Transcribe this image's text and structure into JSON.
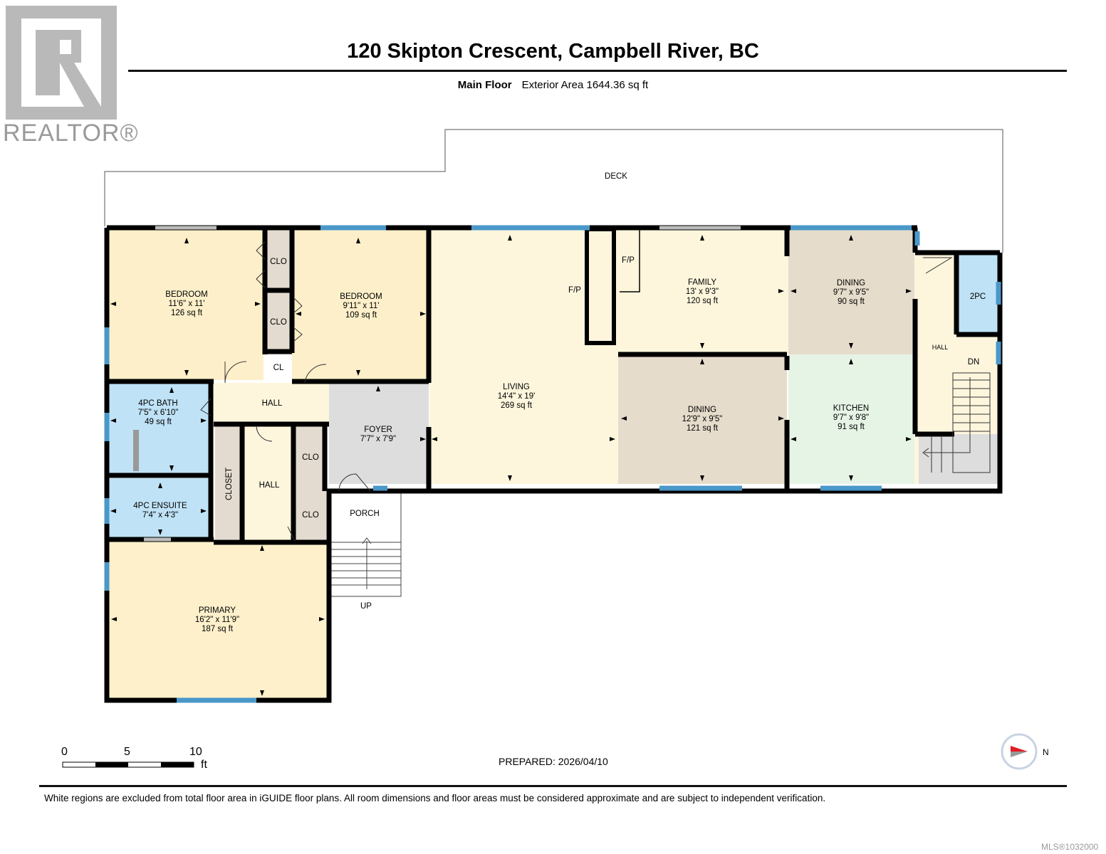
{
  "logo": {
    "text": "REALTOR®"
  },
  "title": "120 Skipton Crescent, Campbell River, BC",
  "subtitle": {
    "floor": "Main Floor",
    "area": "Exterior Area 1644.36 sq ft"
  },
  "outdoor": {
    "deck": "DECK",
    "porch": "PORCH",
    "up": "UP"
  },
  "rooms": {
    "bedroom1": {
      "name": "BEDROOM",
      "dims": "11'6\" x 11'",
      "area": "126 sq ft"
    },
    "bedroom2": {
      "name": "BEDROOM",
      "dims": "9'11\" x 11'",
      "area": "109 sq ft"
    },
    "living": {
      "name": "LIVING",
      "dims": "14'4\" x 19'",
      "area": "269 sq ft"
    },
    "family": {
      "name": "FAMILY",
      "dims": "13' x 9'3\"",
      "area": "120 sq ft"
    },
    "dining1": {
      "name": "DINING",
      "dims": "9'7\" x 9'5\"",
      "area": "90 sq ft"
    },
    "dining2": {
      "name": "DINING",
      "dims": "12'9\" x 9'5\"",
      "area": "121 sq ft"
    },
    "kitchen": {
      "name": "KITCHEN",
      "dims": "9'7\" x 9'8\"",
      "area": "91 sq ft"
    },
    "bath4pc": {
      "name": "4PC BATH",
      "dims": "7'5\" x 6'10\"",
      "area": "49 sq ft"
    },
    "ensuite": {
      "name": "4PC ENSUITE",
      "dims": "7'4\" x 4'3\""
    },
    "foyer": {
      "name": "FOYER",
      "dims": "7'7\" x 7'9\""
    },
    "primary": {
      "name": "PRIMARY",
      "dims": "16'2\" x 11'9\"",
      "area": "187 sq ft"
    }
  },
  "small_labels": {
    "clo": "CLO",
    "cl": "CL",
    "hall": "HALL",
    "closet": "CLOSET",
    "fp": "F/P",
    "pc2": "2PC",
    "dn": "DN"
  },
  "scale": {
    "t0": "0",
    "t5": "5",
    "t10": "10",
    "unit": "ft"
  },
  "compass": {
    "label": "N"
  },
  "prepared": "PREPARED: 2026/04/10",
  "disclaimer": "White regions are excluded from total floor area in iGUIDE floor plans. All room dimensions and floor areas must be considered approximate and are subject to independent verification.",
  "mls": "MLS®1032000",
  "colors": {
    "bedroom": "#fcefc9",
    "living": "#fdf6dd",
    "dining": "#e6dccb",
    "kitchen": "#e6f4e6",
    "bath": "#bfe2f6",
    "hall": "#fdf6dd",
    "foyer": "#dddddd",
    "closet": "#e3dbcf",
    "wall": "#000000",
    "window": "#4a98c9"
  }
}
